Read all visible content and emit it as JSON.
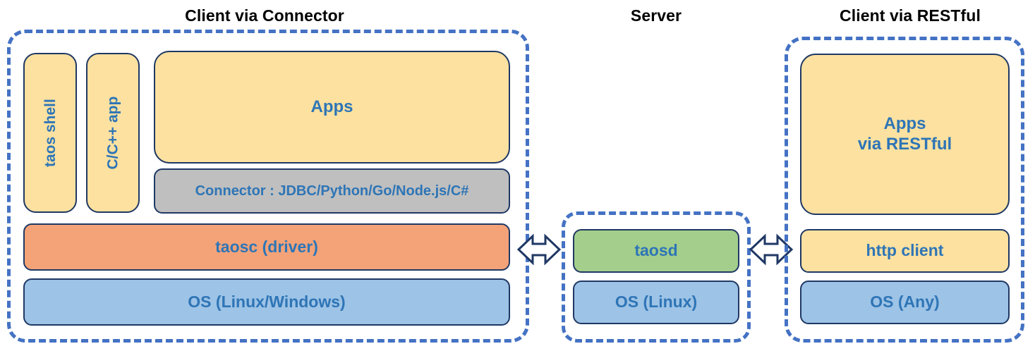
{
  "diagram": {
    "title_left": "Client via Connector",
    "title_center": "Server",
    "title_right": "Client via RESTful",
    "colors": {
      "dashed_border": "#4472C4",
      "box_border": "#1F3864",
      "text_blue": "#2E75B6",
      "title_black": "#000000",
      "yellow": "#FCE1A0",
      "gray": "#BFBFBF",
      "orange": "#F4A378",
      "blue": "#9DC3E6",
      "green": "#A4CE8C"
    }
  },
  "left_panel": {
    "taos_shell": "taos shell",
    "c_cpp_app": "C/C++ app",
    "apps": "Apps",
    "connector": "Connector : JDBC/Python/Go/Node.js/C#",
    "taosc": "taosc (driver)",
    "os": "OS (Linux/Windows)"
  },
  "center_panel": {
    "taosd": "taosd",
    "os": "OS (Linux)"
  },
  "right_panel": {
    "apps_line1": "Apps",
    "apps_line2": "via RESTful",
    "http_client": "http client",
    "os": "OS (Any)"
  },
  "connectors": {
    "left_arrow": "double-headed-arrow",
    "right_arrow": "double-headed-arrow"
  }
}
